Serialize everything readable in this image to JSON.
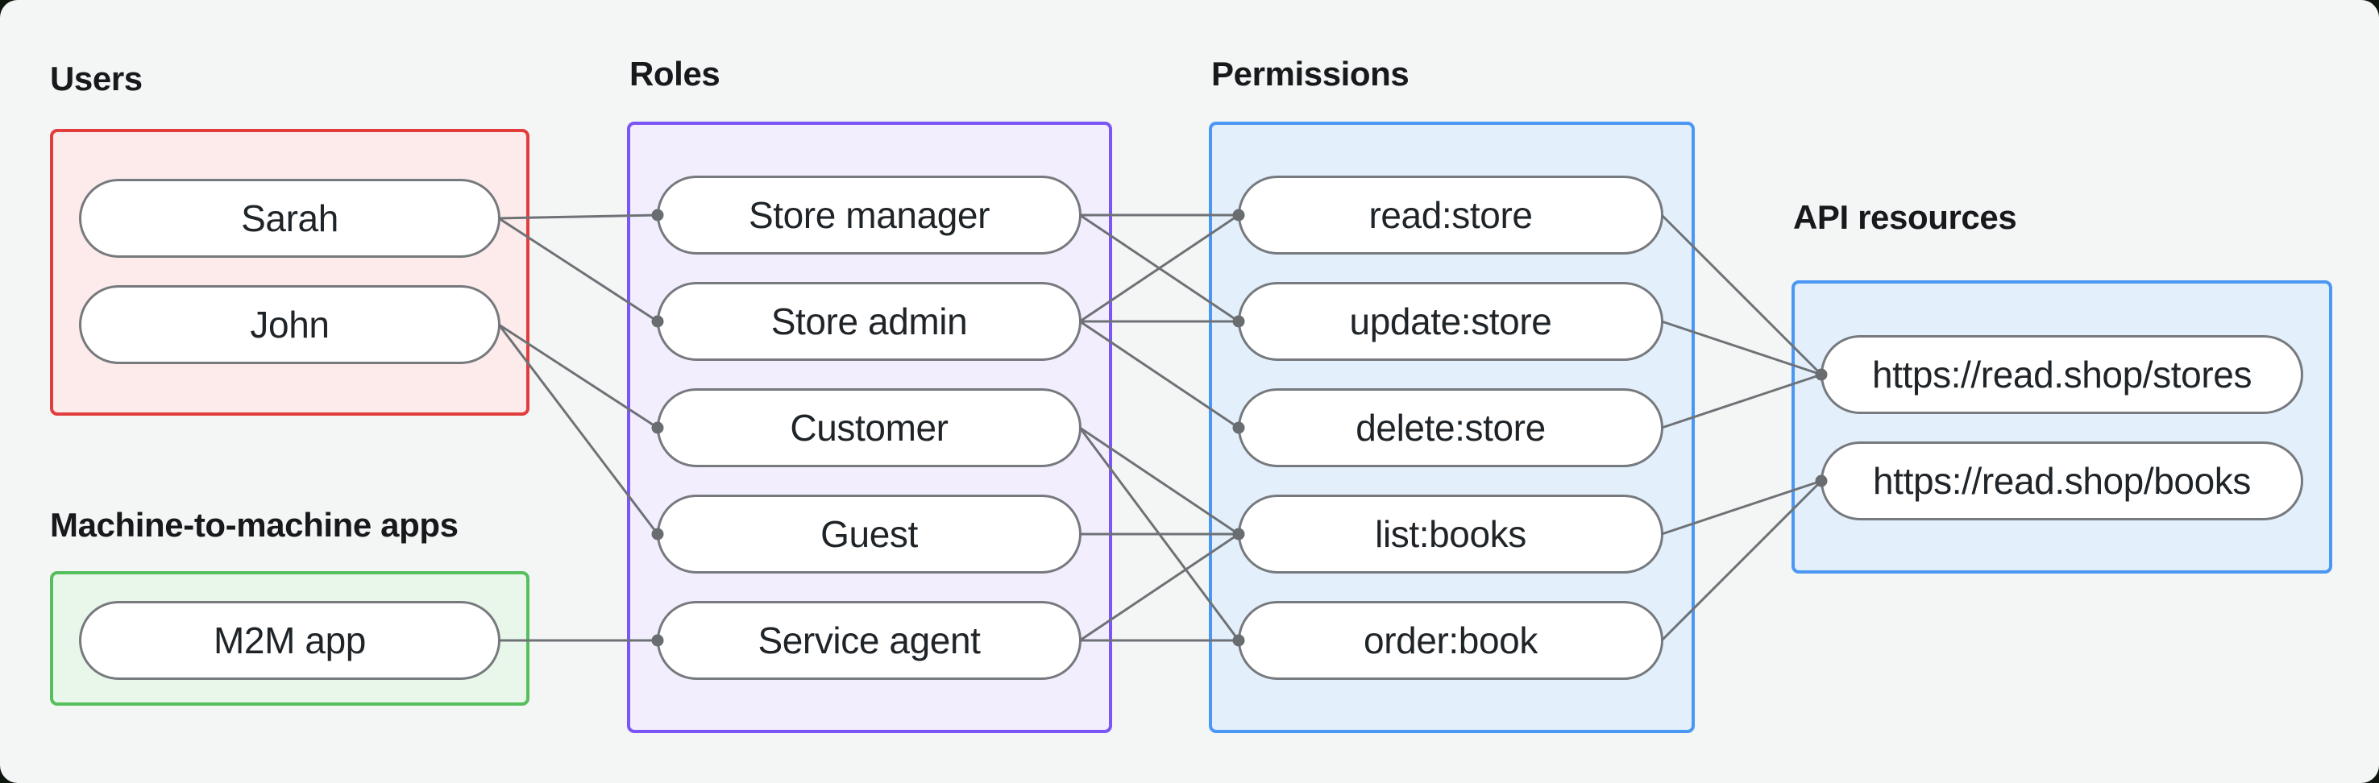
{
  "canvas": {
    "background_color": "#f4f6f5",
    "outside_background_color": "#10170f",
    "edge_line_color": "#6e7276",
    "edge_dot_color": "#696d70",
    "node_border_color": "#76797d",
    "node_fill_color": "#ffffff",
    "node_text_color": "#1f2428",
    "label_text_color": "#17191c"
  },
  "groups": [
    {
      "id": "users",
      "label": "Users",
      "border_color": "#e23d3d",
      "fill_color": "#fcebea",
      "nodes": [
        {
          "id": "sarah",
          "label": "Sarah"
        },
        {
          "id": "john",
          "label": "John"
        }
      ]
    },
    {
      "id": "m2m",
      "label": "Machine-to-machine apps",
      "border_color": "#56bf5d",
      "fill_color": "#e9f7ea",
      "nodes": [
        {
          "id": "m2m_app",
          "label": "M2M app"
        }
      ]
    },
    {
      "id": "roles",
      "label": "Roles",
      "border_color": "#7b55f6",
      "fill_color": "#f3eefe",
      "nodes": [
        {
          "id": "store_manager",
          "label": "Store manager"
        },
        {
          "id": "store_admin",
          "label": "Store admin"
        },
        {
          "id": "customer",
          "label": "Customer"
        },
        {
          "id": "guest",
          "label": "Guest"
        },
        {
          "id": "service_agent",
          "label": "Service agent"
        }
      ]
    },
    {
      "id": "permissions",
      "label": "Permissions",
      "border_color": "#4b97f4",
      "fill_color": "#e3f0fc",
      "nodes": [
        {
          "id": "read_store",
          "label": "read:store"
        },
        {
          "id": "update_store",
          "label": "update:store"
        },
        {
          "id": "delete_store",
          "label": "delete:store"
        },
        {
          "id": "list_books",
          "label": "list:books"
        },
        {
          "id": "order_book",
          "label": "order:book"
        }
      ]
    },
    {
      "id": "api_resources",
      "label": "API resources",
      "border_color": "#4b97f4",
      "fill_color": "#e3f0fc",
      "nodes": [
        {
          "id": "stores_api",
          "label": "https://read.shop/stores"
        },
        {
          "id": "books_api",
          "label": "https://read.shop/books"
        }
      ]
    }
  ],
  "edges": [
    [
      "sarah",
      "store_manager"
    ],
    [
      "sarah",
      "store_admin"
    ],
    [
      "john",
      "customer"
    ],
    [
      "john",
      "guest"
    ],
    [
      "m2m_app",
      "service_agent"
    ],
    [
      "store_manager",
      "read_store"
    ],
    [
      "store_manager",
      "update_store"
    ],
    [
      "store_admin",
      "read_store"
    ],
    [
      "store_admin",
      "update_store"
    ],
    [
      "store_admin",
      "delete_store"
    ],
    [
      "customer",
      "list_books"
    ],
    [
      "customer",
      "order_book"
    ],
    [
      "guest",
      "list_books"
    ],
    [
      "service_agent",
      "list_books"
    ],
    [
      "service_agent",
      "order_book"
    ],
    [
      "read_store",
      "stores_api"
    ],
    [
      "update_store",
      "stores_api"
    ],
    [
      "delete_store",
      "stores_api"
    ],
    [
      "list_books",
      "books_api"
    ],
    [
      "order_book",
      "books_api"
    ]
  ]
}
